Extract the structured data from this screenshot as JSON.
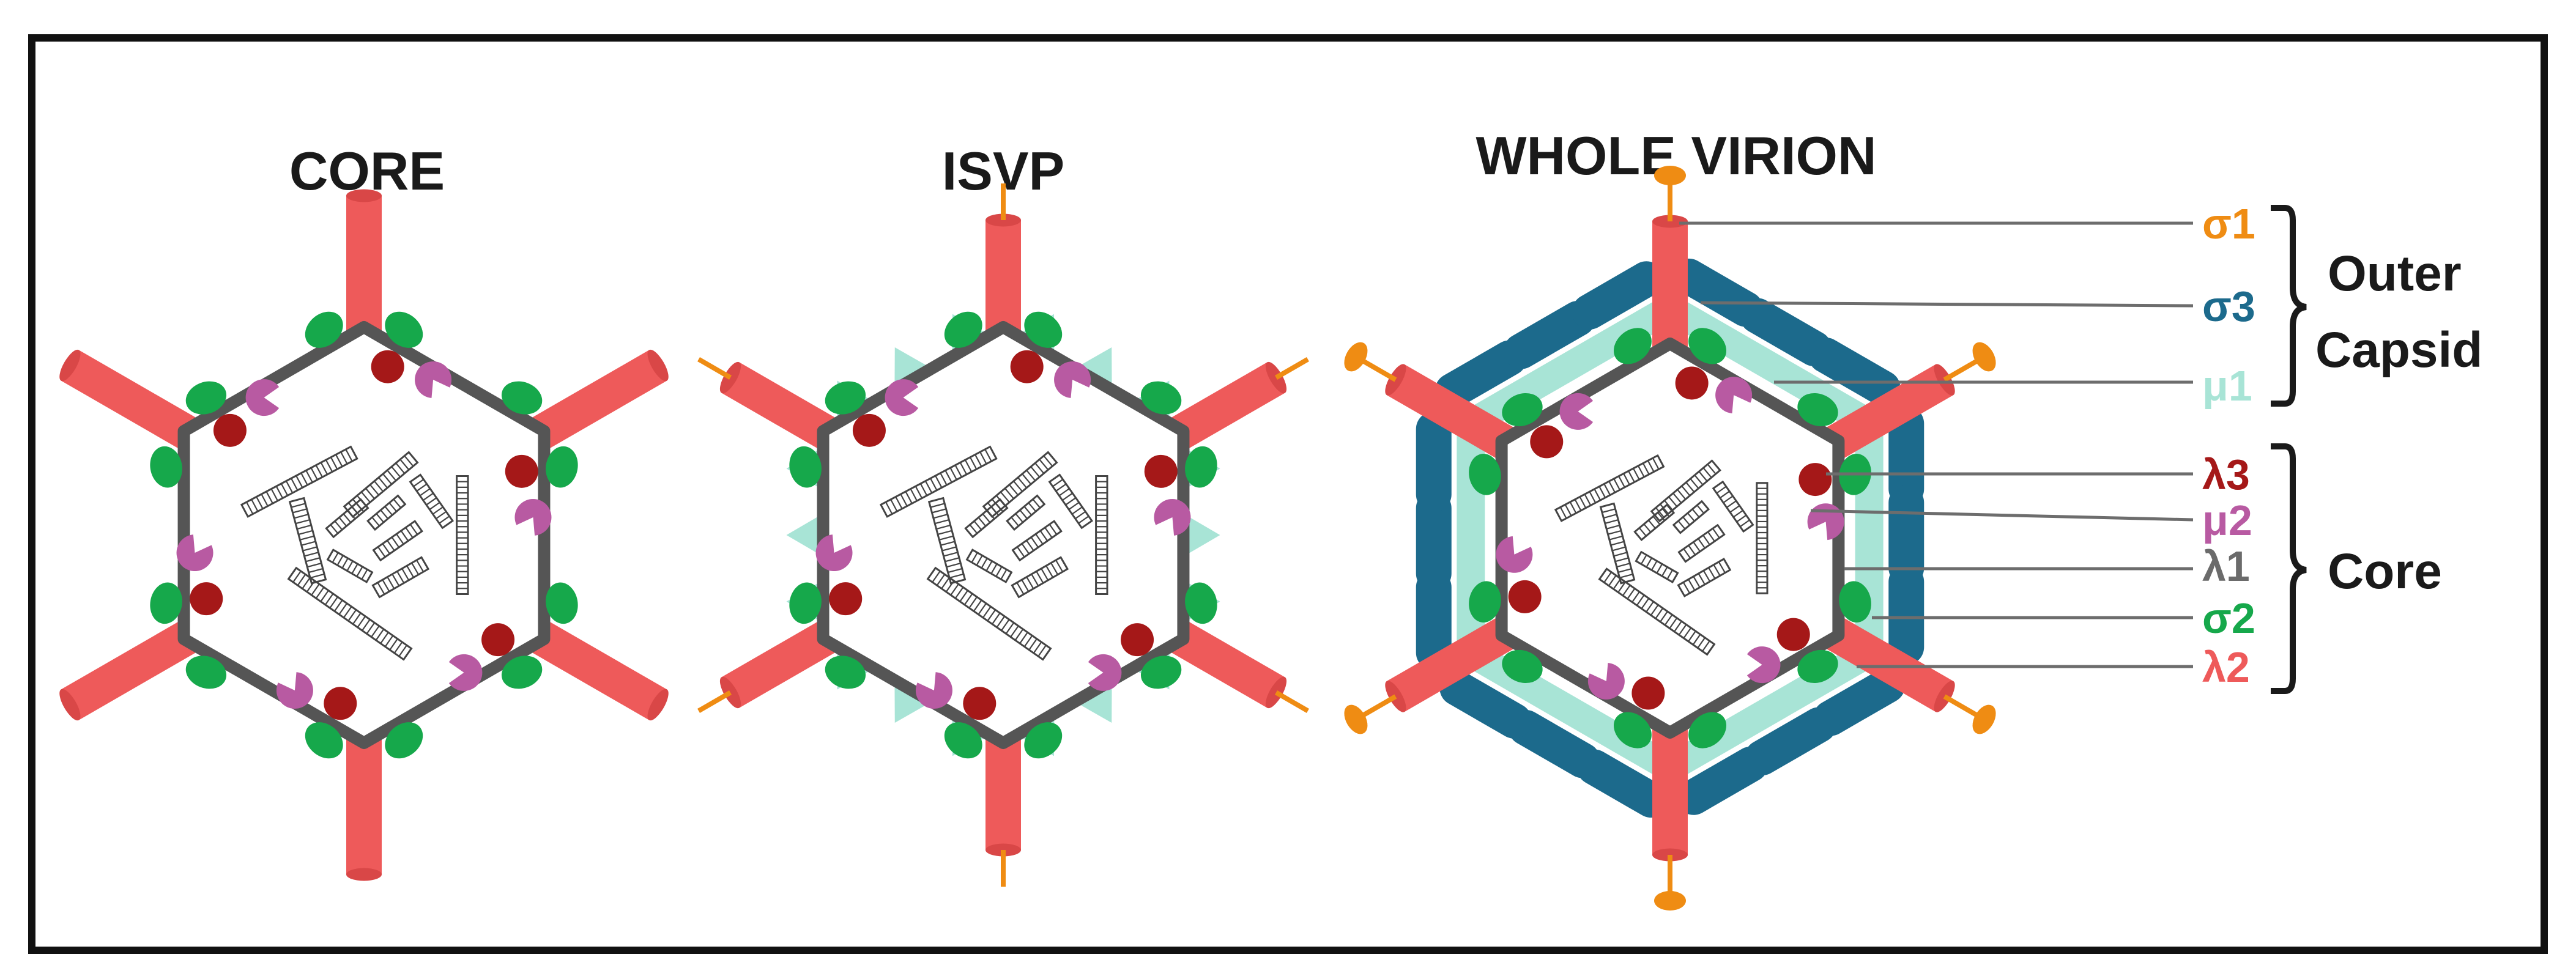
{
  "panels": {
    "core": {
      "title": "CORE"
    },
    "isvp": {
      "title": "ISVP"
    },
    "whole": {
      "title": "WHOLE VIRION"
    }
  },
  "legend": {
    "items": [
      {
        "key": "sigma1",
        "label": "σ1",
        "color": "#ef8c13"
      },
      {
        "key": "sigma3",
        "label": "σ3",
        "color": "#1c6a8c"
      },
      {
        "key": "mu1",
        "label": "μ1",
        "color": "#a8e4d6"
      },
      {
        "key": "lambda3",
        "label": "λ3",
        "color": "#a51818"
      },
      {
        "key": "mu2",
        "label": "μ2",
        "color": "#b85aa2"
      },
      {
        "key": "lambda1",
        "label": "λ1",
        "color": "#6b6b6b"
      },
      {
        "key": "sigma2",
        "label": "σ2",
        "color": "#16a84b"
      },
      {
        "key": "lambda2",
        "label": "λ2",
        "color": "#ee5a5a"
      }
    ],
    "groups": {
      "outer_line1": "Outer",
      "outer_line2": "Capsid",
      "core": "Core"
    }
  },
  "colors": {
    "frame": "#111111",
    "shell": "#555555",
    "rna": "#444444",
    "lambda2": "#ee5a5a",
    "lambda2_dark": "#d94747",
    "sigma2": "#16a84b",
    "lambda3": "#a51818",
    "mu2": "#b85aa2",
    "mu1": "#a8e4d6",
    "sigma3": "#1c6a8c",
    "sigma1": "#ef8c13"
  }
}
